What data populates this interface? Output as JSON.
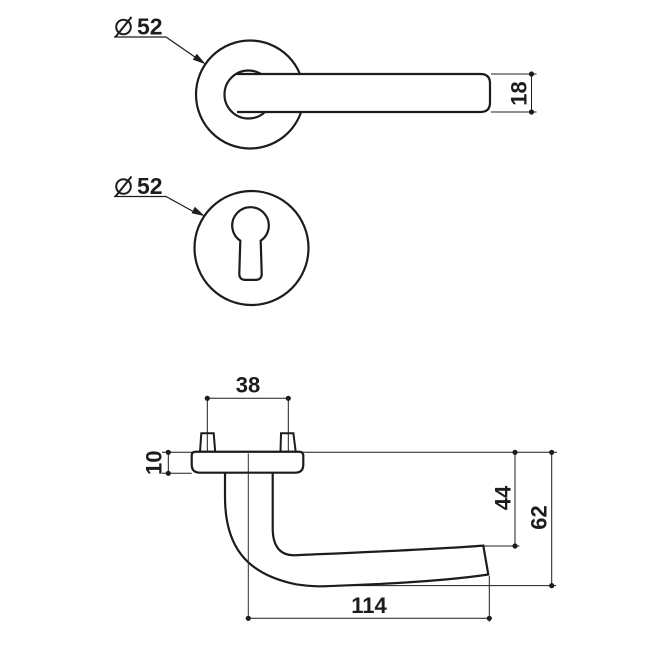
{
  "colors": {
    "line": "#1c1c1c",
    "background": "#ffffff",
    "centerline": "#2e2e2e"
  },
  "views": {
    "handle_front": {
      "diameter_label": {
        "symbol": "⌀",
        "value": "52"
      },
      "lever_width": "18"
    },
    "escutcheon_front": {
      "diameter_label": {
        "symbol": "⌀",
        "value": "52"
      }
    },
    "handle_side": {
      "screw_spacing": "38",
      "plate_thickness": "10",
      "grip_offset": "44",
      "total_projection": "62",
      "lever_length": "114"
    }
  }
}
